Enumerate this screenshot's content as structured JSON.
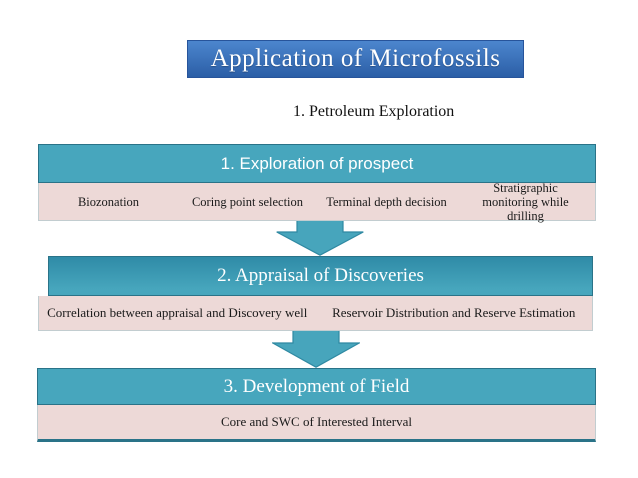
{
  "slide": {
    "title": "Application of Microfossils",
    "subtitle": "1. Petroleum Exploration"
  },
  "stages": [
    {
      "header": "1. Exploration of prospect",
      "items": [
        "Biozonation",
        "Coring point selection",
        "Terminal depth decision",
        "Stratigraphic monitoring while drilling"
      ]
    },
    {
      "header": "2. Appraisal of Discoveries",
      "items": [
        "Correlation between appraisal and Discovery well",
        "Reservoir Distribution and Reserve Estimation"
      ]
    },
    {
      "header": "3. Development of Field",
      "items": [
        "Core and SWC of Interested Interval"
      ]
    }
  ],
  "colors": {
    "title_bg_top": "#4c86ce",
    "title_bg_bottom": "#2b5ea6",
    "title_border": "#27549b",
    "teal": "#47a6bd",
    "teal_deep": "#2f8ba7",
    "header_border": "#2a7388",
    "pink": "#edd9d7",
    "body_border": "#c2cdd0",
    "arrow_fill": "#47a5bc",
    "arrow_stroke": "#2f89a2",
    "text_dark": "#1a1a1a"
  }
}
